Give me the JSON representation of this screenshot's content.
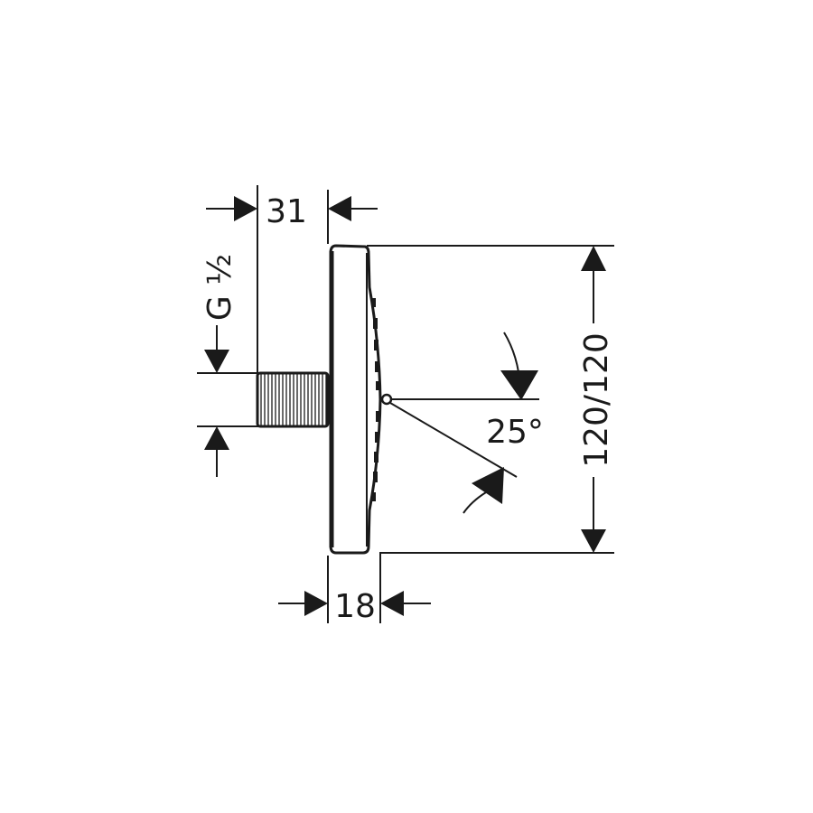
{
  "drawing": {
    "dims": {
      "connection_depth": "31",
      "thread_size": "G ½",
      "head_size": "120/120",
      "tilt_angle": "25°",
      "head_depth": "18"
    },
    "colors": {
      "line": "#1a1a1a",
      "background": "#ffffff"
    }
  }
}
